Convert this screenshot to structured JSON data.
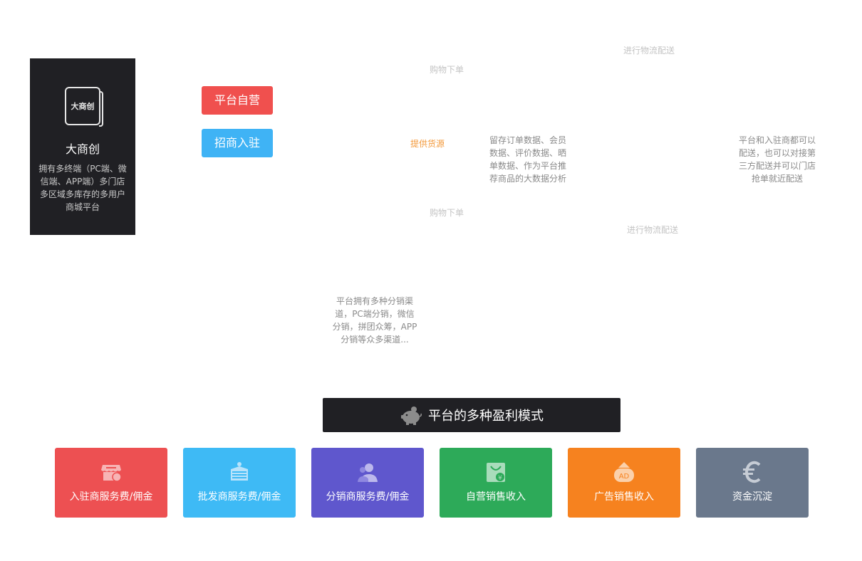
{
  "brand": {
    "logo_text": "大商创",
    "title": "大商创",
    "desc_lines": [
      "拥有多终端（PC端、微",
      "信端、APP端）多门店",
      "多区域多库存的多用户",
      "商城平台"
    ]
  },
  "buttons": {
    "self_operated": "平台自营",
    "merchant_join": "招商入驻"
  },
  "flow": {
    "logistics_top": "进行物流配送",
    "order_top": "购物下单",
    "supply": "提供货源",
    "order_bottom": "购物下单",
    "logistics_bottom": "进行物流配送",
    "data_desc": [
      "留存订单数据、会员",
      "数据、评价数据、晒",
      "单数据、作为平台推",
      "荐商品的大数据分析"
    ],
    "delivery_desc": [
      "平台和入驻商都可以",
      "配送，也可以对接第",
      "三方配送并可以门店",
      "抢单就近配送"
    ],
    "distribution_desc": [
      "平台拥有多种分销渠",
      "道，PC端分销，微信",
      "分销，拼团众筹，APP",
      "分销等众多渠道..."
    ]
  },
  "banner": {
    "icon": "piggy-bank-icon",
    "title": "平台的多种盈利模式"
  },
  "profit_models": [
    {
      "label": "入驻商服务费/佣金",
      "color": "#ed5052",
      "icon": "store-icon"
    },
    {
      "label": "批发商服务费/佣金",
      "color": "#3ebaf5",
      "icon": "wholesale-box-icon"
    },
    {
      "label": "分销商服务费/佣金",
      "color": "#5f57cd",
      "icon": "users-icon"
    },
    {
      "label": "自营销售收入",
      "color": "#2daa59",
      "icon": "shopping-bag-icon"
    },
    {
      "label": "广告销售收入",
      "color": "#f6821f",
      "icon": "ad-icon"
    },
    {
      "label": "资金沉淀",
      "color": "#6a788c",
      "icon": "euro-icon"
    }
  ],
  "ad_icon_text": "AD"
}
